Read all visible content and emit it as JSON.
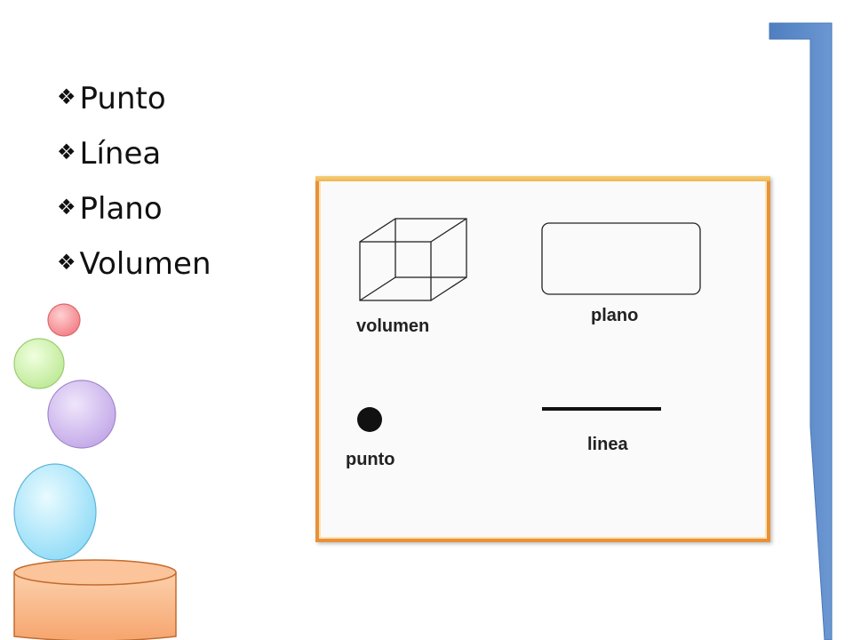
{
  "bullets": [
    {
      "icon": "diamond-cluster-icon",
      "label": "Punto"
    },
    {
      "icon": "diamond-cluster-icon",
      "label": "Línea"
    },
    {
      "icon": "diamond-cluster-icon",
      "label": "Plano"
    },
    {
      "icon": "diamond-cluster-icon",
      "label": "Volumen"
    }
  ],
  "figure": {
    "labels": {
      "volumen": "volumen",
      "plano": "plano",
      "punto": "punto",
      "linea": "linea"
    },
    "shapes": [
      "cube-wireframe-icon",
      "rounded-rectangle-icon",
      "dot-icon",
      "line-icon"
    ]
  },
  "colors": {
    "bracket_blue": "#5787c6",
    "frame_orange": "#e8913a",
    "circle_red": "#f48b8f",
    "circle_green": "#c8efa4",
    "circle_purple": "#cdb6ec",
    "circle_blue": "#a3e3fa",
    "cylinder_orange": "#f8b585"
  }
}
